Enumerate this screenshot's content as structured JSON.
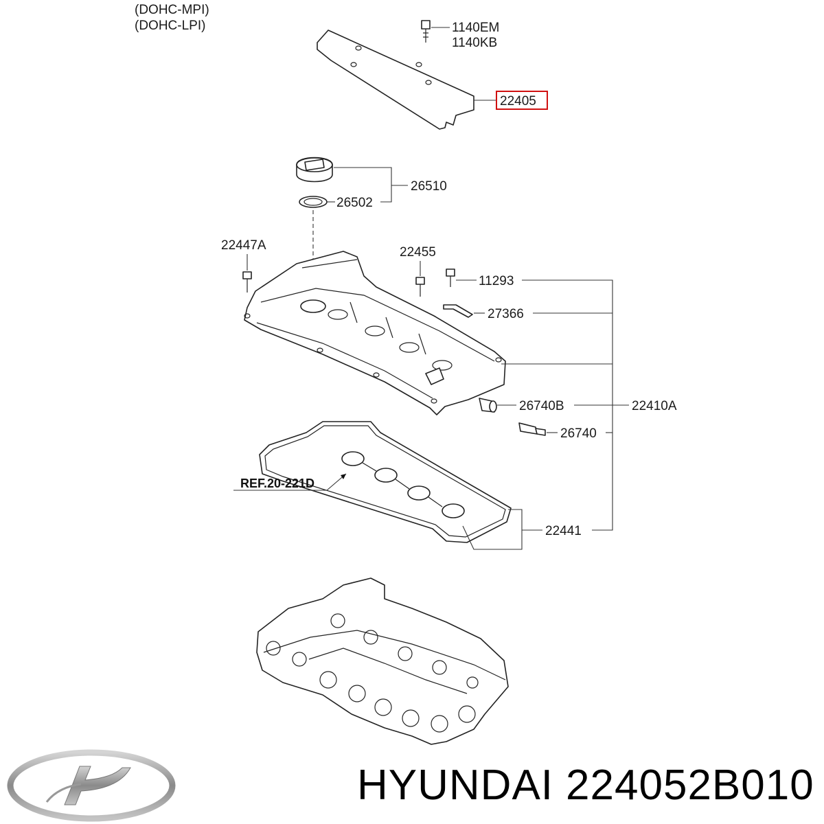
{
  "header": {
    "variant_1": "(DOHC-MPI)",
    "variant_2": "(DOHC-LPI)"
  },
  "callouts": {
    "bolt_a": "1140EM",
    "bolt_b": "1140KB",
    "cover": "22405",
    "filler_cap": "26510",
    "filler_seal": "26502",
    "bolt_left": "22447A",
    "bolt_mid": "22455",
    "bolt_right": "11293",
    "bracket": "27366",
    "hose_plug": "26740B",
    "pcv_valve": "26740",
    "head_cover_assy": "22410A",
    "gasket": "22441"
  },
  "reference": "REF.20-221D",
  "footer": {
    "brand": "HYUNDAI",
    "part_number": "224052B010"
  },
  "colors": {
    "highlight_box": "#d01010",
    "line": "#222222",
    "logo_metal": "#9a9a9a"
  }
}
